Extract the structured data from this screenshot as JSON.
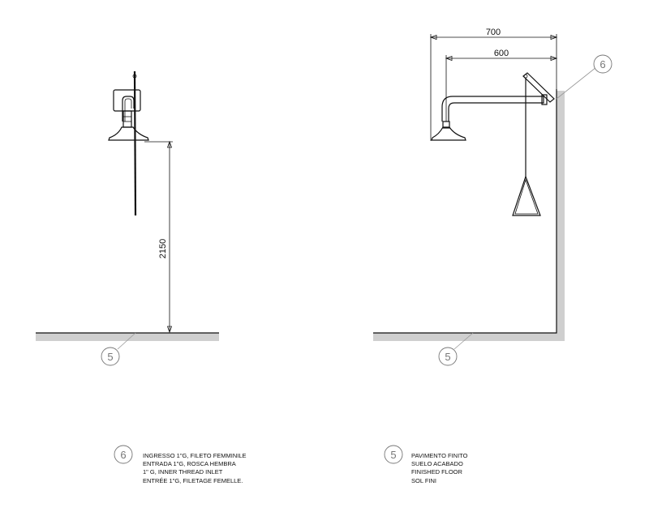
{
  "dimensions": {
    "height_label": "2150",
    "outer_width_label": "700",
    "inner_width_label": "600"
  },
  "callouts": {
    "floor": "5",
    "inlet": "6"
  },
  "legend": {
    "inlet": {
      "number": "6",
      "lines": [
        "INGRESSO 1\"G, FILETO FEMMINILE",
        "ENTRADA 1\"G, ROSCA HEMBRA",
        "1\" G, INNER THREAD INLET",
        "ENTRÉE 1\"G, FILETAGE FEMELLE."
      ]
    },
    "floor": {
      "number": "5",
      "lines": [
        "PAVIMENTO FINITO",
        "SUELO ACABADO",
        "FINISHED FLOOR",
        "SOL FINI"
      ]
    }
  }
}
